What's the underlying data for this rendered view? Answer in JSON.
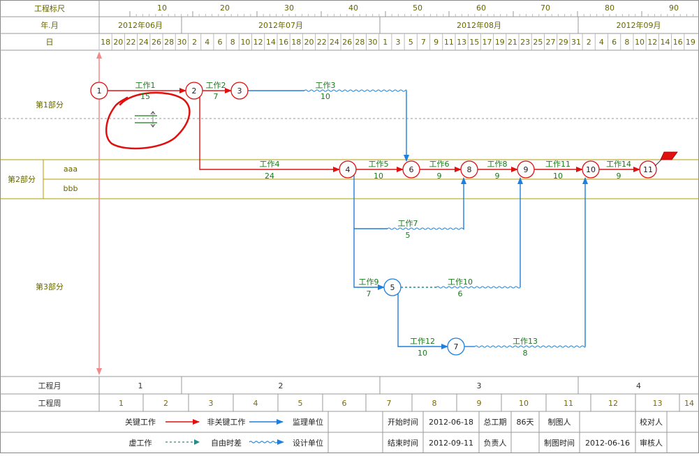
{
  "header": {
    "ruler_label": "工程标尺",
    "ruler_ticks": [
      "10",
      "20",
      "30",
      "40",
      "50",
      "60",
      "70",
      "80",
      "90"
    ],
    "month_label": "年.月",
    "months": [
      "2012年06月",
      "2012年07月",
      "2012年08月",
      "2012年09月"
    ],
    "day_label": "日",
    "days": [
      "18",
      "20",
      "22",
      "24",
      "26",
      "28",
      "30",
      "2",
      "4",
      "6",
      "8",
      "10",
      "12",
      "14",
      "16",
      "18",
      "20",
      "22",
      "24",
      "26",
      "28",
      "30",
      "1",
      "3",
      "5",
      "7",
      "9",
      "11",
      "13",
      "15",
      "17",
      "19",
      "21",
      "23",
      "25",
      "27",
      "29",
      "31",
      "2",
      "4",
      "6",
      "8",
      "10",
      "12",
      "14",
      "16",
      "19"
    ]
  },
  "sections": {
    "part1": "第1部分",
    "part2": "第2部分",
    "part2_rows": [
      "aaa",
      "bbb"
    ],
    "part3": "第3部分"
  },
  "nodes": [
    {
      "id": "1",
      "critical": true
    },
    {
      "id": "2",
      "critical": true
    },
    {
      "id": "3",
      "critical": true
    },
    {
      "id": "4",
      "critical": true
    },
    {
      "id": "5",
      "critical": false
    },
    {
      "id": "6",
      "critical": true
    },
    {
      "id": "7",
      "critical": false
    },
    {
      "id": "8",
      "critical": true
    },
    {
      "id": "9",
      "critical": true
    },
    {
      "id": "10",
      "critical": true
    },
    {
      "id": "11",
      "critical": true
    }
  ],
  "works": [
    {
      "name": "工作1",
      "duration": "15"
    },
    {
      "name": "工作2",
      "duration": "7"
    },
    {
      "name": "工作3",
      "duration": "10"
    },
    {
      "name": "工作4",
      "duration": "24"
    },
    {
      "name": "工作5",
      "duration": "10"
    },
    {
      "name": "工作6",
      "duration": "9"
    },
    {
      "name": "工作7",
      "duration": "5"
    },
    {
      "name": "工作8",
      "duration": "9"
    },
    {
      "name": "工作9",
      "duration": "7"
    },
    {
      "name": "工作10",
      "duration": "6"
    },
    {
      "name": "工作11",
      "duration": "10"
    },
    {
      "name": "工作12",
      "duration": "10"
    },
    {
      "name": "工作13",
      "duration": "8"
    },
    {
      "name": "工作14",
      "duration": "9"
    }
  ],
  "footer": {
    "month_row_label": "工程月",
    "months": [
      "1",
      "2",
      "3",
      "4"
    ],
    "week_row_label": "工程周",
    "weeks": [
      "1",
      "2",
      "3",
      "4",
      "5",
      "6",
      "7",
      "8",
      "9",
      "10",
      "11",
      "12",
      "13",
      "14"
    ]
  },
  "legend": {
    "critical": "关键工作",
    "noncritical": "非关键工作",
    "supervisor": "监理单位",
    "dummy": "虚工作",
    "free_float": "自由时差",
    "designer": "设计单位"
  },
  "info": {
    "start_label": "开始时间",
    "start_value": "2012-06-18",
    "end_label": "结束时间",
    "end_value": "2012-09-11",
    "total_label": "总工期",
    "total_value": "86天",
    "owner_label": "负责人",
    "drawer_label": "制图人",
    "draw_time_label": "制图时间",
    "draw_time_value": "2012-06-16",
    "checker_label": "校对人",
    "reviewer_label": "审核人"
  },
  "colors": {
    "critical": "#e01010",
    "noncritical": "#1f7fdc",
    "grid": "#b39b00",
    "frame": "#888888",
    "float": "#2a8ad8",
    "work_label": "#1a7a1a"
  }
}
